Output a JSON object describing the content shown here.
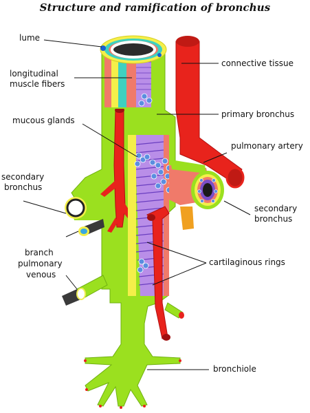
{
  "title": "Structure and ramification of bronchus",
  "labels": {
    "lume": "lume",
    "longitudinal_1": "longitudinal",
    "longitudinal_2": "muscle fibers",
    "mucous_glands": "mucous glands",
    "secondary_left_1": "secondary",
    "secondary_left_2": "bronchus",
    "branch_1": "branch",
    "branch_2": "pulmonary",
    "branch_3": "venous",
    "connective_tissue": "connective tissue",
    "primary_bronchus": "primary bronchus",
    "pulmonary_artery": "pulmonary artery",
    "secondary_right_1": "secondary",
    "secondary_right_2": "bronchus",
    "cartilaginous_rings": "cartilaginous rings",
    "bronchiole": "bronchiole"
  },
  "colors": {
    "bronchus": "#9be01f",
    "artery": "#e8231c",
    "cartilage": "#b98ee8",
    "mucosa": "#f07a6a",
    "connective": "#f4ef4a",
    "vein_dark": "#3a3a3a",
    "glands": "#5b8ee0"
  }
}
